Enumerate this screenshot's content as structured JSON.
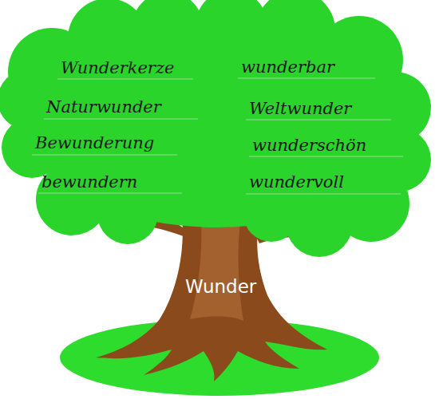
{
  "diagram": {
    "labels": [
      "Wunderkerze",
      "wunderbar",
      "Naturwunder",
      "Weltwunder",
      "Bewunderung",
      "wunderschön",
      "bewundern",
      "wundervoll",
      "Wunder"
    ]
  }
}
